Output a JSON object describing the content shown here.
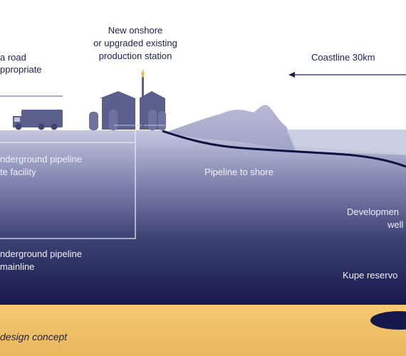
{
  "labels": {
    "road_line1": "a road",
    "road_line2": "ppropriate",
    "station_line1": "New onshore",
    "station_line2": "or upgraded existing",
    "station_line3": "production station",
    "coastline": "Coastline 30km",
    "pipeline_a_line1": "nderground pipeline",
    "pipeline_a_line2": "te facility",
    "pipeline_shore": "Pipeline to shore",
    "development_line1": "Developmen",
    "development_line2": "well",
    "pipeline_b_line1": "nderground pipeline",
    "pipeline_b_line2": "mainline",
    "reservoir": "Kupe reservo",
    "caption": "design concept"
  },
  "colors": {
    "sky": "#ffffff",
    "land_top": "#c3c6dd",
    "deep": "#14184a",
    "seabed": "#f0c670",
    "pipeline": "#0e1240",
    "structures": "#5a5f8c",
    "text_dark": "#1a2050",
    "text_light": "#eef0fa"
  },
  "icons": [
    "truck-icon",
    "production-station-icon",
    "flare-stack-icon",
    "double-arrow-icon",
    "reservoir-icon"
  ]
}
